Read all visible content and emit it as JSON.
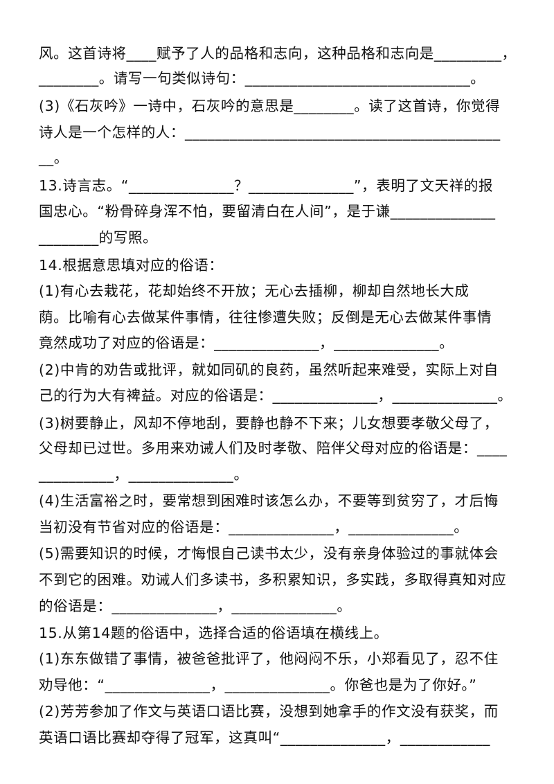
{
  "document": {
    "lines": [
      "风。这首诗将____赋予了人的品格和志向，这种品格和志向是_________，",
      "________。请写一句类似诗句：______________________________。",
      "(3)《石灰吟》一诗中，石灰吟的意思是________。读了这首诗，你觉得",
      "诗人是一个怎样的人：__________________________________________",
      "__。",
      "13.诗言志。“______________？______________”，表明了文天祥的报",
      "国忠心。“粉骨碎身浑不怕，要留清白在人间”，是于谦______________",
      "________的写照。",
      "14.根据意思填对应的俗语：",
      "(1)有心去栽花，花却始终不开放；无心去插柳，柳却自然地长大成",
      "荫。比喻有心去做某件事情，往往惨遭失败；反倒是无心去做某件事情",
      "竟然成功了对应的俗语是：______________，______________。",
      "(2)中肯的劝告或批评，就如同矶的良药，虽然听起来难受，实际上对自",
      "己的行为大有裨益。对应的俗语是：______________，______________。",
      "(3)树要静止，风却不停地刮，要静也静不下来；儿女想要孝敬父母了，",
      "父母却已过世。多用来劝诫人们及时孝敬、陪伴父母对应的俗语是：____",
      "__________，______________。",
      "(4)生活富裕之时，要常想到困难时该怎么办，不要等到贫穷了，才后悔",
      "当初没有节省对应的俗语是：______________，______________。",
      "(5)需要知识的时候，才悔恨自己读书太少，没有亲身体验过的事就体会",
      "不到它的困难。劝诫人们多读书，多积累知识，多实践，多取得真知对应",
      "的俗语是：______________，______________。",
      "15.从第14题的俗语中，选择合适的俗语填在横线上。",
      "(1)东东做错了事情，被爸爸批评了，他闷闷不乐，小郑看见了，忍不住",
      "劝导他：“______________，______________。你爸也是为了你好。”",
      "(2)芳芳参加了作文与英语口语比赛，没想到她拿手的作文没有获奖，而",
      "英语口语比赛却夺得了冠军，这真叫“______________，____________"
    ]
  }
}
